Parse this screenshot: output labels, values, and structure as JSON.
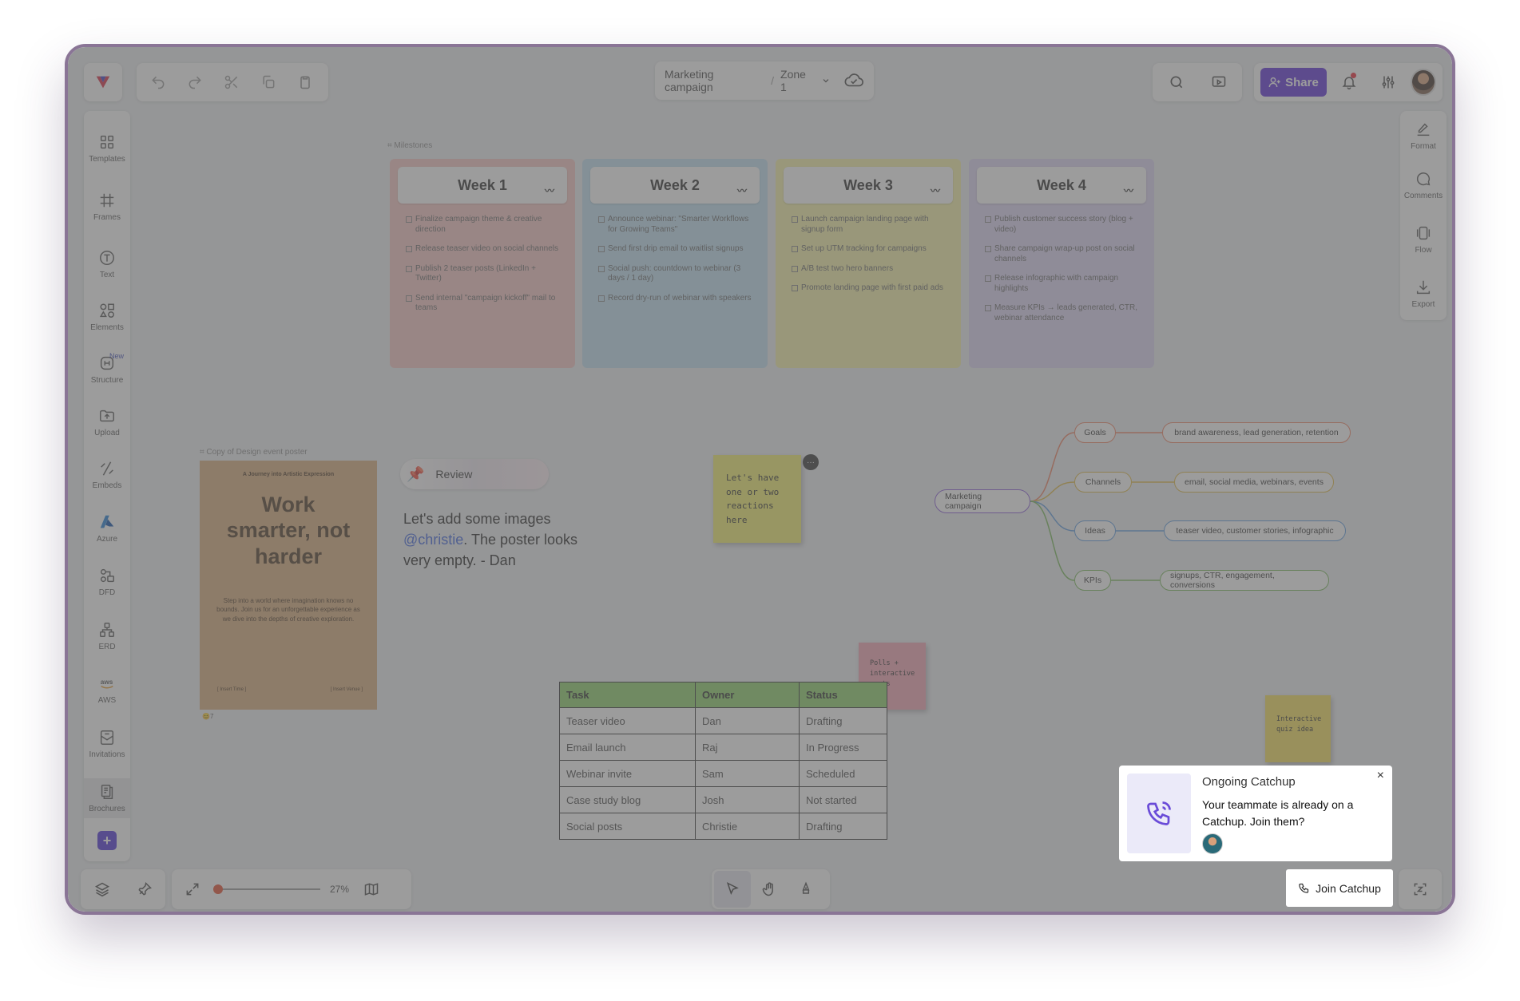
{
  "toolbar": {
    "breadcrumb_project": "Marketing campaign",
    "breadcrumb_sep": "/",
    "breadcrumb_zone": "Zone 1",
    "share_label": "Share"
  },
  "left_tools": [
    {
      "label": "Templates",
      "icon": "templates-icon"
    },
    {
      "label": "Frames",
      "icon": "frames-icon"
    },
    {
      "label": "Text",
      "icon": "text-icon"
    },
    {
      "label": "Elements",
      "icon": "elements-icon"
    },
    {
      "label": "Structure",
      "icon": "structure-icon",
      "badge": "New"
    },
    {
      "label": "Upload",
      "icon": "upload-icon"
    },
    {
      "label": "Embeds",
      "icon": "embeds-icon"
    },
    {
      "label": "Azure",
      "icon": "azure-icon"
    },
    {
      "label": "DFD",
      "icon": "dfd-icon"
    },
    {
      "label": "ERD",
      "icon": "erd-icon"
    },
    {
      "label": "AWS",
      "icon": "aws-icon"
    },
    {
      "label": "Invitations",
      "icon": "invitations-icon"
    },
    {
      "label": "Brochures",
      "icon": "brochures-icon"
    }
  ],
  "right_tools": [
    {
      "label": "Format",
      "icon": "format-icon"
    },
    {
      "label": "Comments",
      "icon": "comments-icon"
    },
    {
      "label": "Flow",
      "icon": "flow-icon"
    },
    {
      "label": "Export",
      "icon": "export-icon"
    }
  ],
  "milestones": {
    "frame_label": "Milestones",
    "weeks": [
      {
        "title": "Week 1",
        "color": "#f7c6c2",
        "items": [
          "Finalize campaign theme & creative direction",
          "Release teaser video on social channels",
          "Publish 2 teaser posts (LinkedIn + Twitter)",
          "Send internal \"campaign kickoff\" mail to teams"
        ]
      },
      {
        "title": "Week 2",
        "color": "#bfe0f2",
        "items": [
          "Announce webinar: \"Smarter Workflows for Growing Teams\"",
          "Send first drip email to waitlist signups",
          "Social push: countdown to webinar (3 days / 1 day)",
          "Record dry-run of webinar with speakers"
        ]
      },
      {
        "title": "Week 3",
        "color": "#f6f2a6",
        "items": [
          "Launch campaign landing page with signup form",
          "Set up UTM tracking for campaigns",
          "A/B test two hero banners",
          "Promote landing page with first paid ads"
        ]
      },
      {
        "title": "Week 4",
        "color": "#dcd4f3",
        "items": [
          "Publish customer success story (blog + video)",
          "Share campaign wrap-up post on social channels",
          "Release infographic with campaign highlights",
          "Measure KPIs → leads generated, CTR, webinar attendance"
        ]
      }
    ]
  },
  "poster": {
    "frame_label": "Copy of Design event poster",
    "kicker": "A Journey into Artistic Expression",
    "headline": "Work smarter, not harder",
    "body": "Step into a world where imagination knows no bounds. Join us for an unforgettable experience as we dive into the depths of creative exploration.",
    "time": "[ Insert Time ]",
    "venue": "[ Insert Venue ]",
    "reaction": "😊7"
  },
  "review": {
    "badge": "Review",
    "text_before": "Let's add some images ",
    "mention": "@christie",
    "text_after": ". The poster looks very empty. - Dan"
  },
  "stickies": [
    {
      "text": "Let's have one or two reactions here",
      "color": "#f3ee6a"
    },
    {
      "text": "Polls + interactive posts",
      "color": "#f5a3b4"
    },
    {
      "text": "Interactive quiz idea",
      "color": "#f7e058"
    }
  ],
  "mindmap": {
    "root": "Marketing campaign",
    "branches": [
      {
        "label": "Goals",
        "detail": "brand awareness, lead generation, retention",
        "color": "#f08060"
      },
      {
        "label": "Channels",
        "detail": "email, social media, webinars, events",
        "color": "#e0b840"
      },
      {
        "label": "Ideas",
        "detail": "teaser video, customer stories, infographic",
        "color": "#5a9ae0"
      },
      {
        "label": "KPIs",
        "detail": "signups, CTR, engagement, conversions",
        "color": "#78b858"
      }
    ]
  },
  "table": {
    "headers": [
      "Task",
      "Owner",
      "Status"
    ],
    "rows": [
      [
        "Teaser video",
        "Dan",
        "Drafting"
      ],
      [
        "Email launch",
        "Raj",
        "In Progress"
      ],
      [
        "Webinar invite",
        "Sam",
        "Scheduled"
      ],
      [
        "Case study blog",
        "Josh",
        "Not started"
      ],
      [
        "Social posts",
        "Christie",
        "Drafting"
      ]
    ]
  },
  "bottom": {
    "zoom": "27%",
    "zoom_fraction": 0.0
  },
  "catchup": {
    "title": "Ongoing Catchup",
    "message": "Your teammate is already on a Catchup. Join them?",
    "close": "×",
    "join_label": "Join Catchup"
  }
}
